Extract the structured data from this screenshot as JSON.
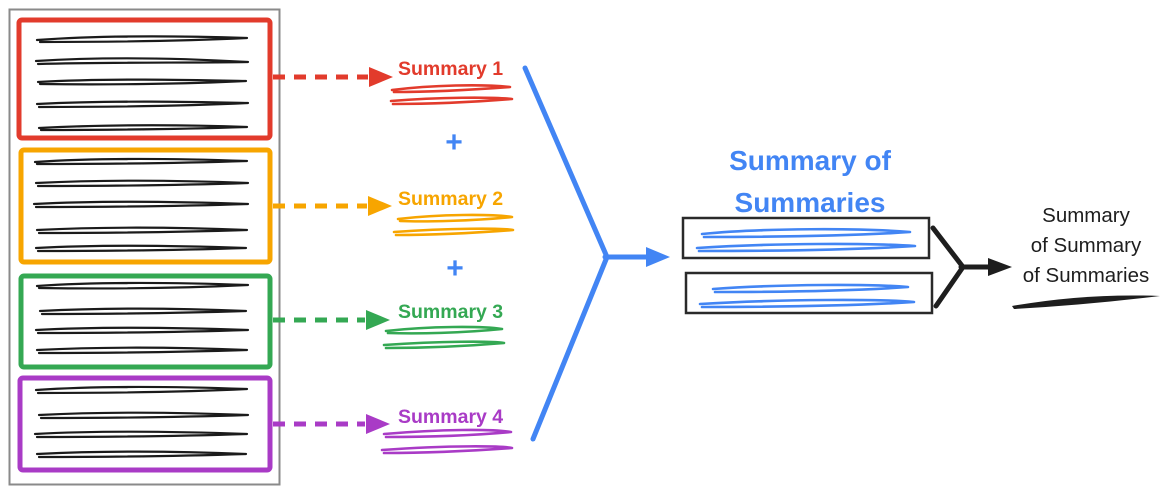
{
  "colors": {
    "red": "#E23B2C",
    "orange": "#F7A500",
    "green": "#34A853",
    "purple": "#A93BC6",
    "blue": "#4285F4",
    "ink": "#1E1E1E",
    "container_border": "#8A8A8A"
  },
  "source_documents": {
    "sections": [
      {
        "color": "#E23B2C",
        "scribble_lines": 5
      },
      {
        "color": "#F7A500",
        "scribble_lines": 5
      },
      {
        "color": "#34A853",
        "scribble_lines": 4
      },
      {
        "color": "#A93BC6",
        "scribble_lines": 4
      }
    ]
  },
  "summaries": [
    {
      "label": "Summary 1",
      "color": "#E23B2C"
    },
    {
      "label": "Summary 2",
      "color": "#F7A500"
    },
    {
      "label": "Summary 3",
      "color": "#34A853"
    },
    {
      "label": "Summary 4",
      "color": "#A93BC6"
    }
  ],
  "plus_signs": [
    "+",
    "+"
  ],
  "merge_title": {
    "line1": "Summary of",
    "line2": "Summaries",
    "color": "#4285F4",
    "boxes": 2
  },
  "final_label": {
    "line1": "Summary",
    "line2": "of Summary",
    "line3": "of Summaries",
    "color": "#1E1E1E"
  }
}
